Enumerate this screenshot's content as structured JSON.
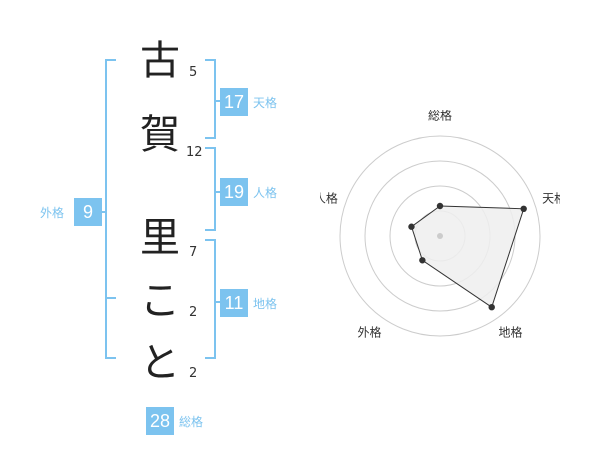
{
  "name": {
    "chars": [
      {
        "char": "古",
        "strokes": "5"
      },
      {
        "char": "賀",
        "strokes": "12"
      },
      {
        "char": "里",
        "strokes": "7"
      },
      {
        "char": "こ",
        "strokes": "2"
      },
      {
        "char": "と",
        "strokes": "2"
      }
    ]
  },
  "fortunes": {
    "ten": {
      "value": "17",
      "label": "天格"
    },
    "jin": {
      "value": "19",
      "label": "人格"
    },
    "chi": {
      "value": "11",
      "label": "地格"
    },
    "gai": {
      "value": "9",
      "label": "外格"
    },
    "so": {
      "value": "28",
      "label": "総格"
    }
  },
  "colors": {
    "accent": "#7cc3ef",
    "radar_fill": "#eeeeee",
    "radar_stroke": "#333333",
    "ring": "#cccccc"
  },
  "chart_data": {
    "type": "radar",
    "axes": [
      "総格",
      "天格",
      "地格",
      "外格",
      "人格"
    ],
    "values": [
      0.3,
      0.88,
      0.88,
      0.3,
      0.3
    ],
    "rings": 4,
    "range": [
      0,
      1
    ]
  }
}
